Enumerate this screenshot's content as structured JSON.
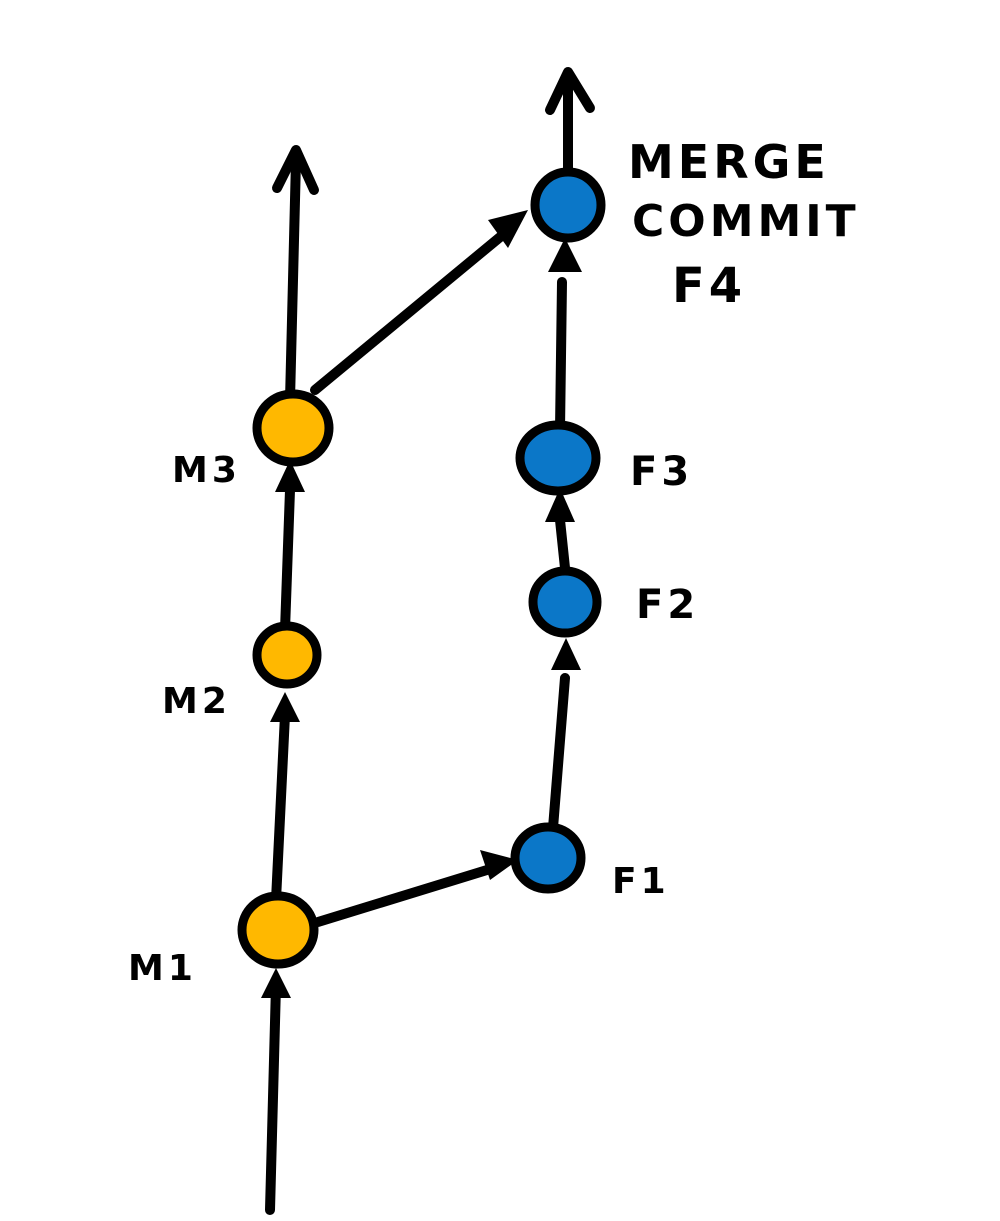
{
  "colors": {
    "main_branch": "#FFB800",
    "feature_branch": "#0B77C8",
    "ink": "#000000"
  },
  "main_branch": {
    "commits": [
      "M1",
      "M2",
      "M3"
    ]
  },
  "feature_branch": {
    "commits": [
      "F1",
      "F2",
      "F3"
    ]
  },
  "merge_commit": {
    "line1": "MERGE",
    "line2": "COMMIT",
    "line3": "F4"
  }
}
